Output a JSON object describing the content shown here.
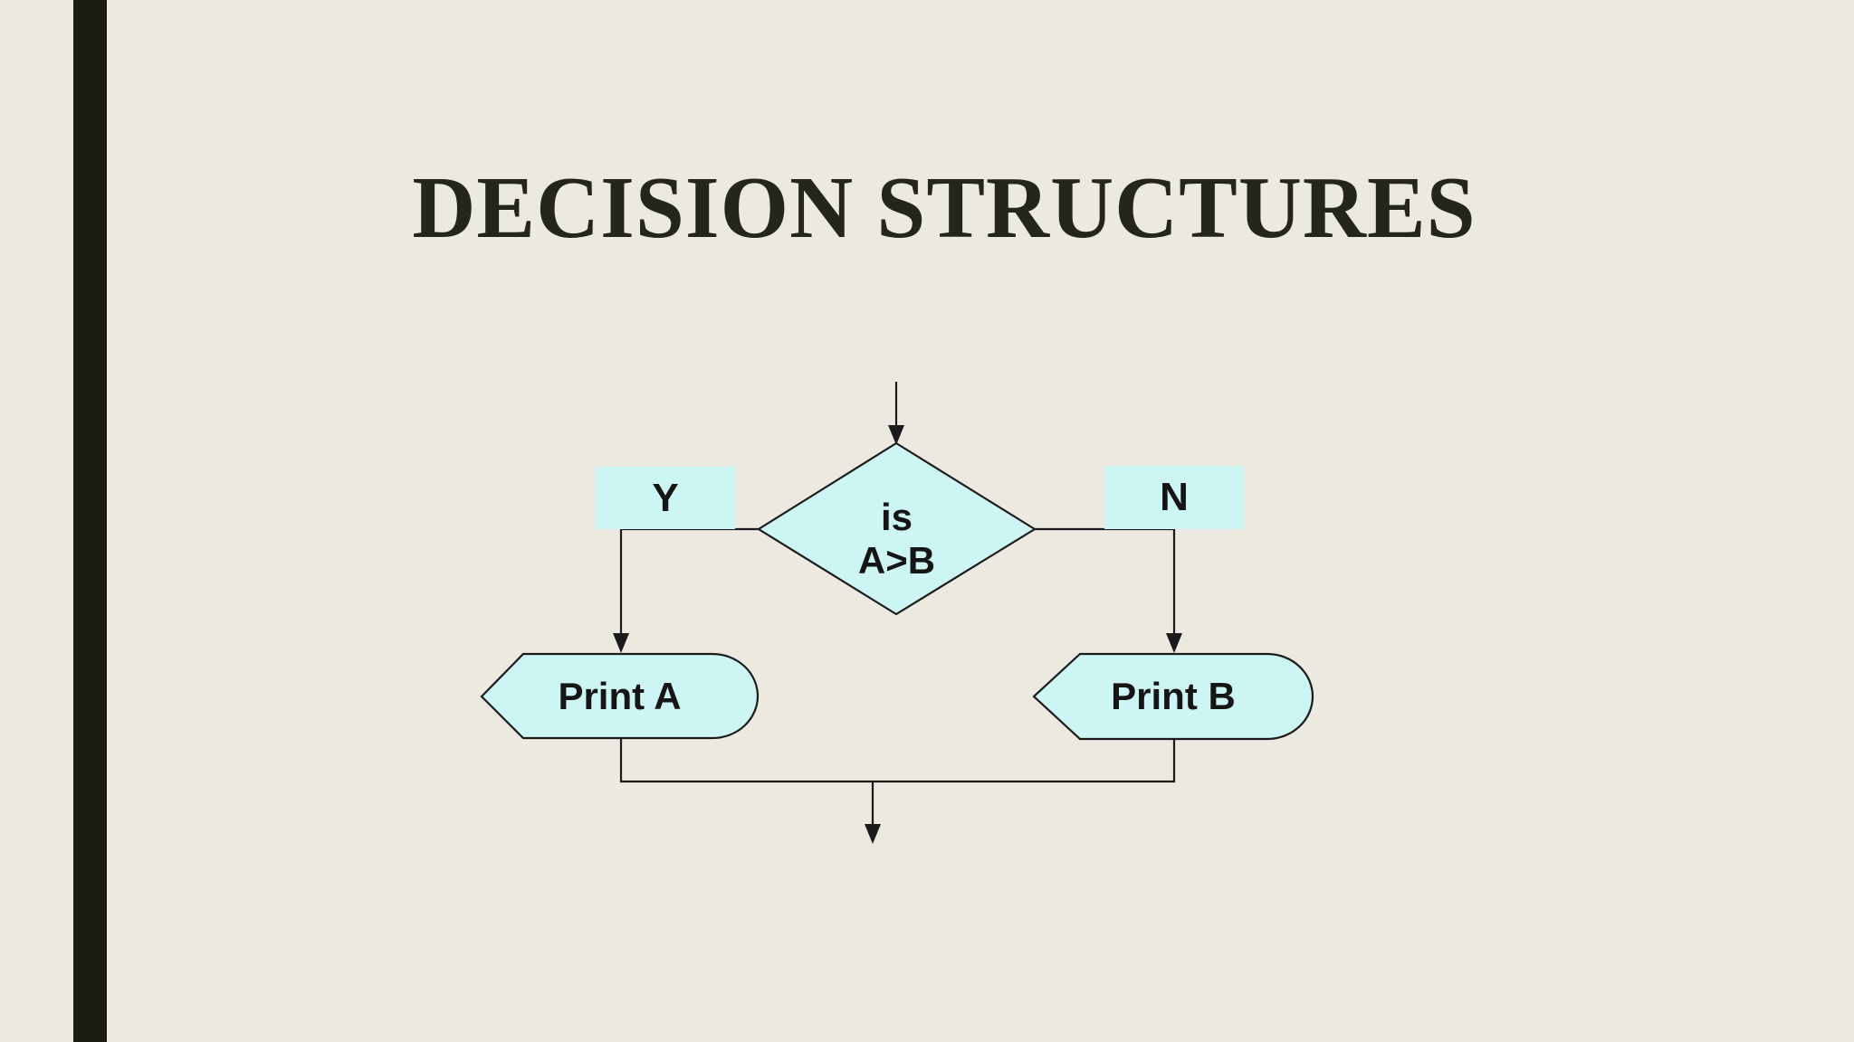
{
  "slide": {
    "title": "DECISION STRUCTURES"
  },
  "flowchart": {
    "decision": {
      "line1": "is",
      "line2": "A>B"
    },
    "branch_yes": {
      "label": "Y"
    },
    "branch_no": {
      "label": "N"
    },
    "process_yes": {
      "label": "Print A"
    },
    "process_no": {
      "label": "Print B"
    }
  },
  "colors": {
    "bg": "#ece9e1",
    "bar": "#1c1d12",
    "ink": "#25261b",
    "line": "#1b1b1b",
    "shape-fill": "#ccf5f4"
  }
}
